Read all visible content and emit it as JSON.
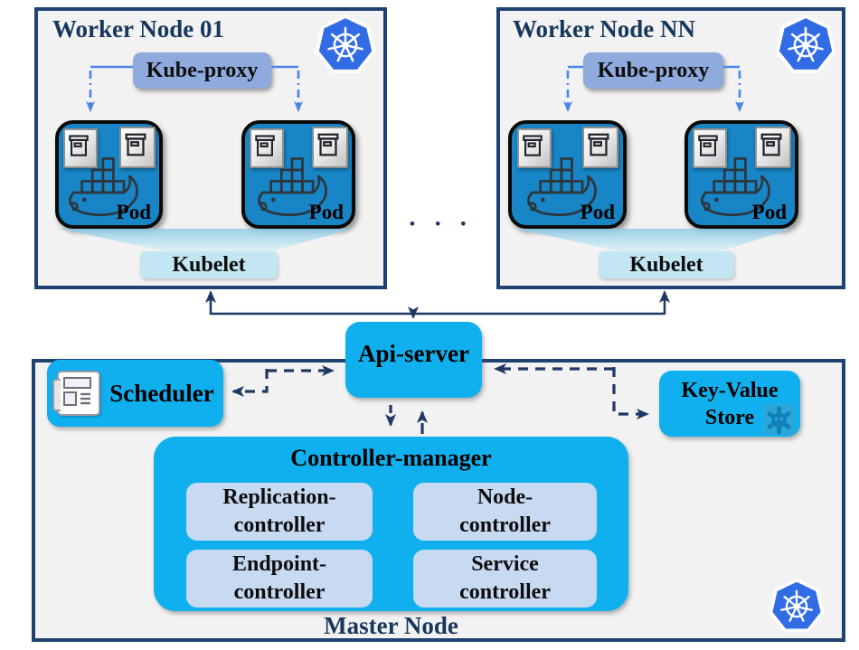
{
  "colors": {
    "panel_bg": "#f2f2f2",
    "panel_border": "#1f4273",
    "title_navy": "#17375d",
    "bright_blue": "#10b0ee",
    "pod_blue": "#1785c6",
    "kube_proxy_fill": "#8faadc",
    "kubelet_fill": "#c3e6f2",
    "controller_card_fill": "#c8d9f2",
    "arrow_navy": "#1f3864",
    "proxy_arrow_blue": "#4a86e8",
    "kubernetes_logo_blue": "#326ce5",
    "etcd_gear_blue": "#1180b8"
  },
  "icons": {
    "kubernetes_logo": "heptagon-helm-wheel",
    "docker_whale": "whale-carrying-containers",
    "container": "storage-box",
    "scheduler": "newspaper",
    "key_value_store": "etcd-gear-face"
  },
  "workers": [
    {
      "title": "Worker Node 01",
      "kube_proxy_label": "Kube-proxy",
      "kubelet_label": "Kubelet",
      "pod_labels": [
        "Pod",
        "Pod"
      ]
    },
    {
      "title": "Worker Node NN",
      "kube_proxy_label": "Kube-proxy",
      "kubelet_label": "Kubelet",
      "pod_labels": [
        "Pod",
        "Pod"
      ]
    }
  ],
  "ellipsis": "• • •",
  "master": {
    "api_server_label": "Api-server",
    "scheduler_label": "Scheduler",
    "key_value_line1": "Key-Value",
    "key_value_line2": "Store",
    "controller_manager_label": "Controller-manager",
    "controllers": [
      {
        "line1": "Replication-",
        "line2": "controller"
      },
      {
        "line1": "Node-",
        "line2": "controller"
      },
      {
        "line1": "Endpoint-",
        "line2": "controller"
      },
      {
        "line1": "Service",
        "line2": "controller"
      }
    ],
    "master_label": "Master Node"
  }
}
